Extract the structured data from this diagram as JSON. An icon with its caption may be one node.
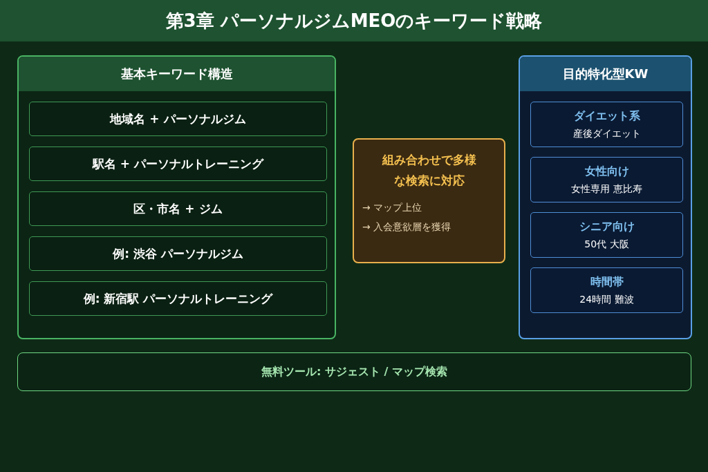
{
  "diagram": {
    "title": "第3章 パーソナルジムMEOのキーワード戦略",
    "nodes": [
      {
        "text": [
          "基本キーワード構造"
        ]
      },
      {
        "text": [
          "地域名 + パーソナルジム"
        ],
        "in": 0
      },
      {
        "text": [
          "駅名 + パーソナルトレーニング"
        ],
        "in": 0
      },
      {
        "text": [
          "区・市名 + ジム"
        ],
        "in": 0
      },
      {
        "text": [
          "例: 渋谷 パーソナルジム"
        ],
        "in": 0
      },
      {
        "text": [
          "例: 新宿駅 パーソナルトレーニング"
        ],
        "in": 0
      },
      {
        "text": [
          "組み合わせで多様な検索に対応",
          "→ マップ上位",
          "→ 入会意欲層を獲得"
        ]
      },
      {
        "text": [
          "目的特化型KW"
        ]
      },
      {
        "text": [
          "ダイエット系",
          "産後ダイエット"
        ],
        "in": 7
      },
      {
        "text": [
          "女性向け",
          "女性専用 恵比寿"
        ],
        "in": 7
      },
      {
        "text": [
          "シニア向け",
          "50代 大阪"
        ],
        "in": 7
      },
      {
        "text": [
          "時間帯",
          "24時間 難波"
        ],
        "in": 7
      },
      {
        "text": [
          "無料ツール: サジェスト / マップ検索"
        ]
      }
    ],
    "edges": []
  }
}
